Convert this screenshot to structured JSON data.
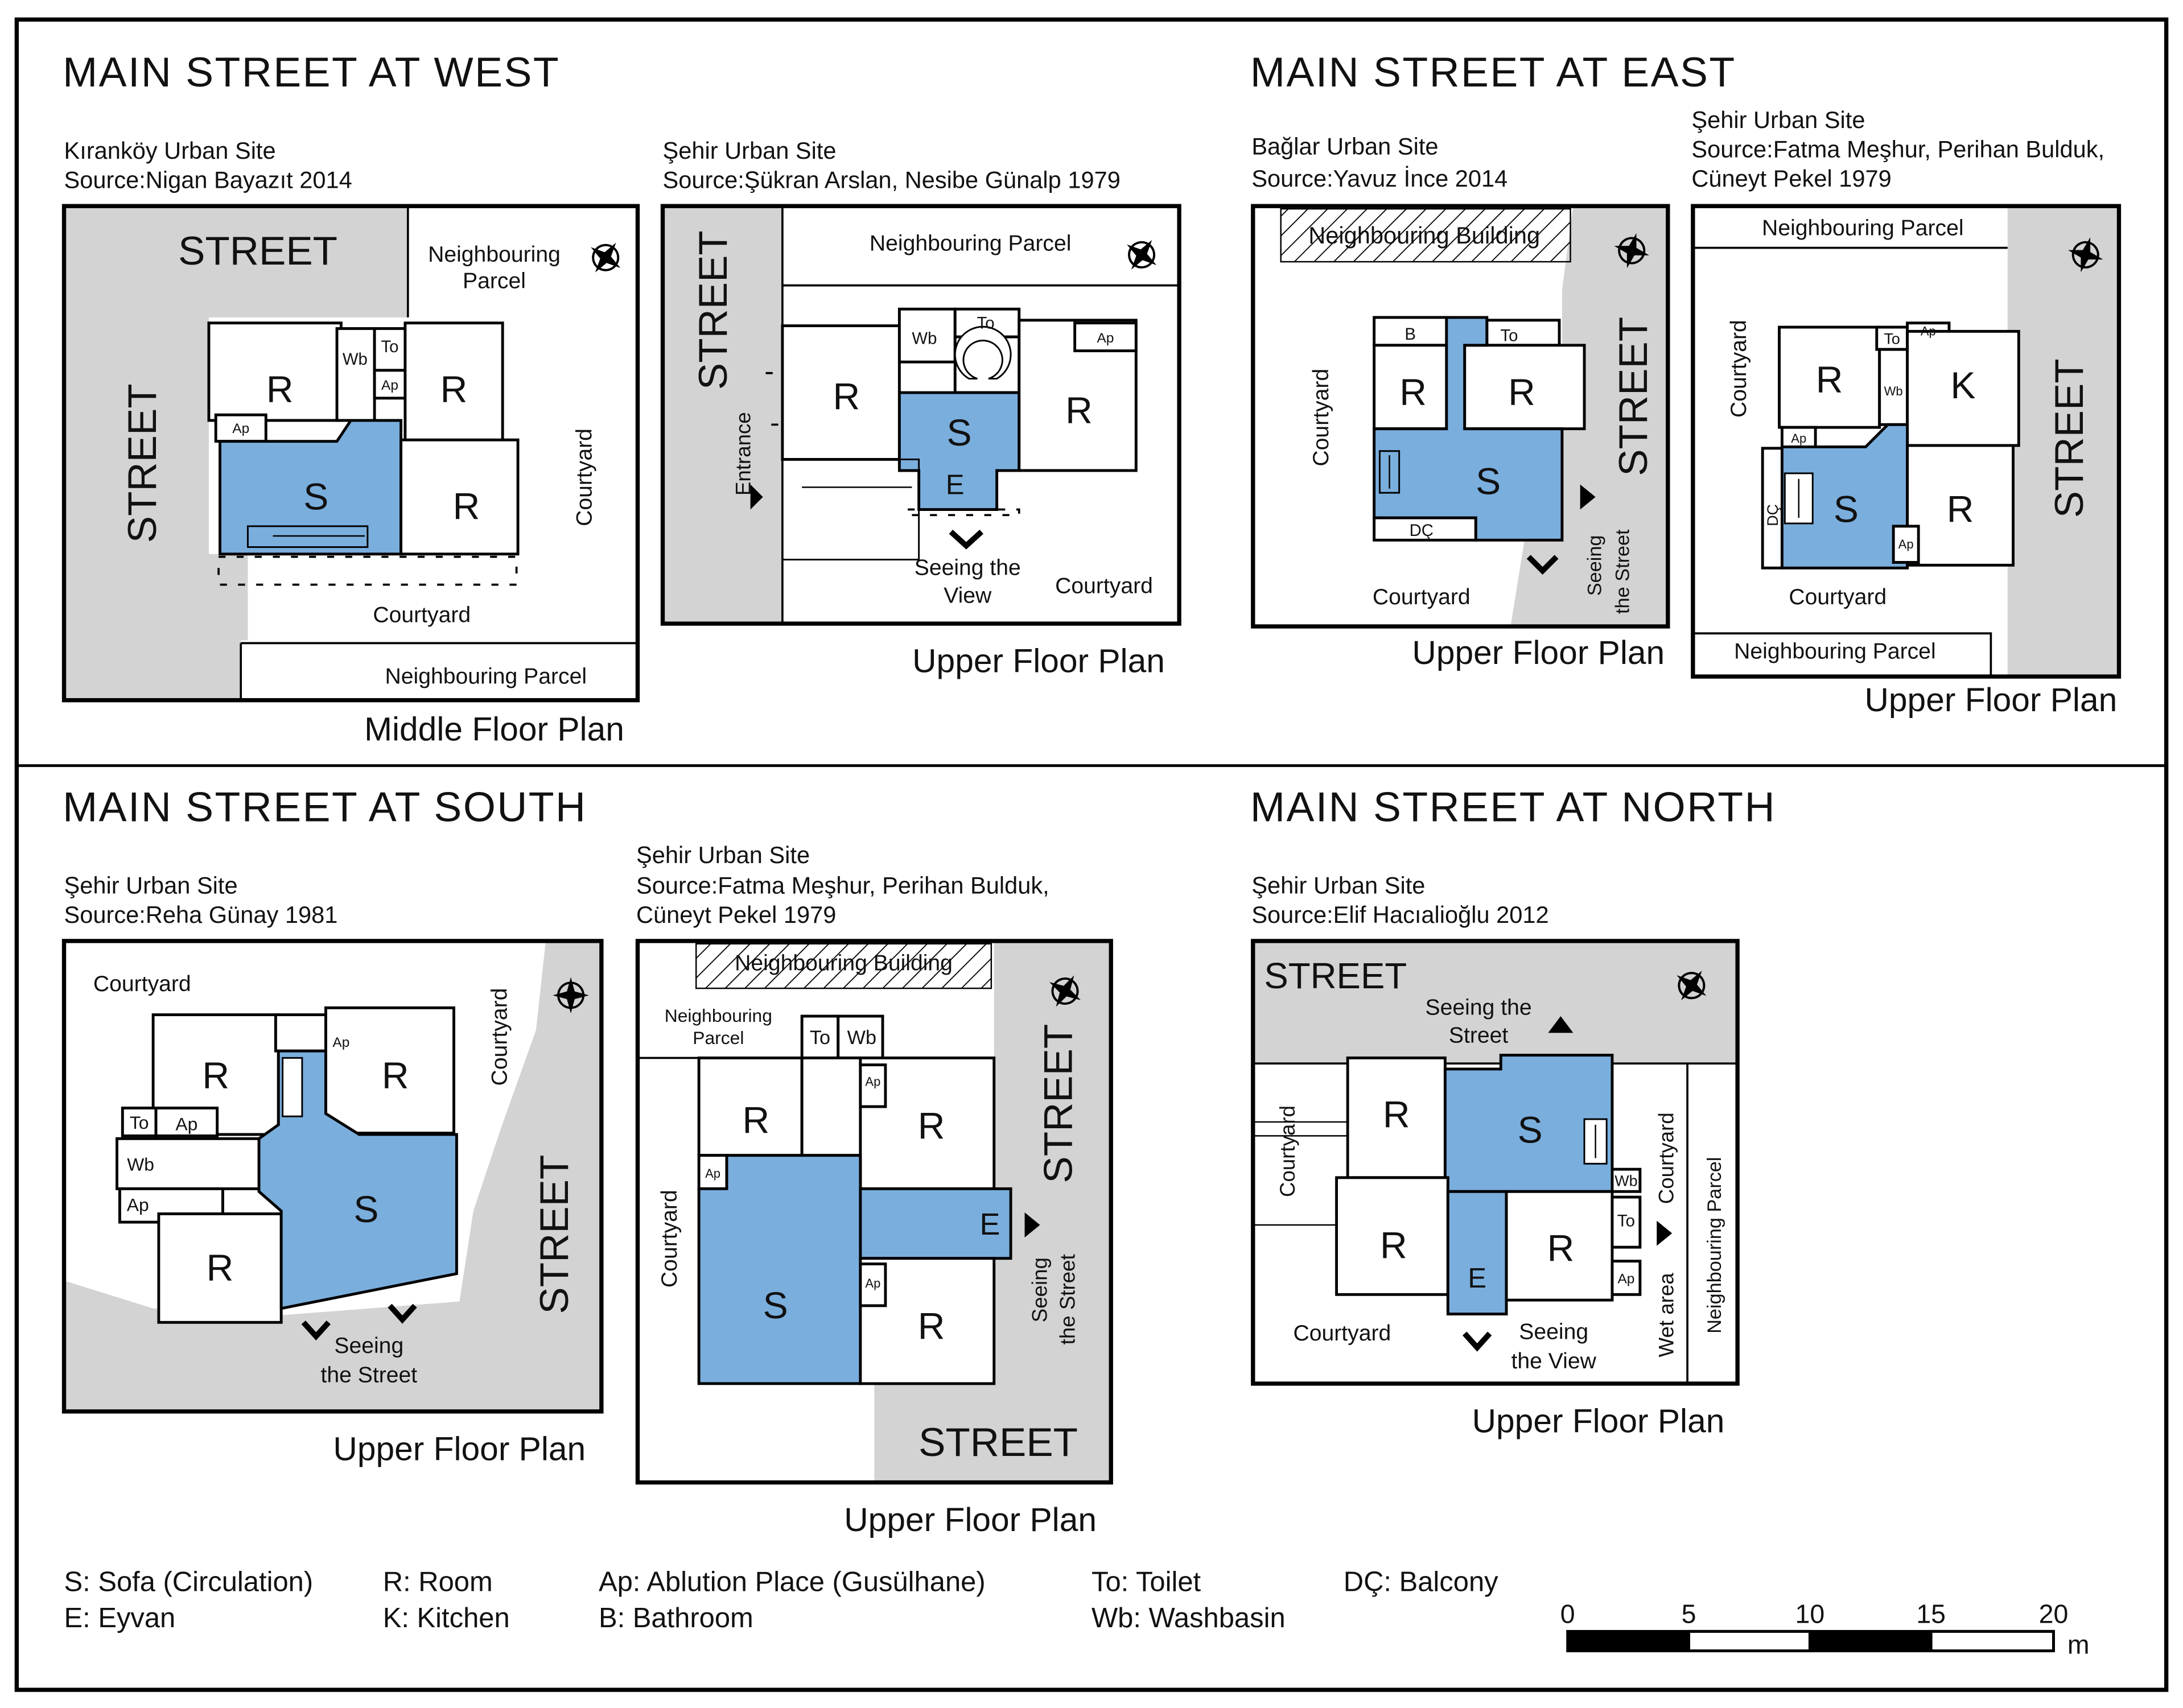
{
  "sections": {
    "west": {
      "title": "MAIN STREET AT WEST",
      "plan1": {
        "site": "Kıranköy Urban Site",
        "source": "Source:Nigan Bayazıt  2014",
        "caption": "Middle Floor Plan",
        "street_top": "STREET",
        "street_left": "STREET",
        "neighbour_parcel_1": "Neighbouring",
        "neighbour_parcel_2": "Parcel",
        "courtyard_right": "Courtyard",
        "courtyard_bottom": "Courtyard",
        "neighbour_bottom": "Neighbouring Parcel",
        "rooms": [
          "R",
          "R",
          "R",
          "S"
        ],
        "wb": "Wb",
        "to": "To",
        "ap1": "Ap",
        "ap2": "Ap"
      },
      "plan2": {
        "site": "Şehir Urban Site",
        "source": "Source:Şükran Arslan, Nesibe Günalp  1979",
        "caption": "Upper Floor Plan",
        "street": "STREET",
        "neighbour": "Neighbouring Parcel",
        "entrance": "Entrance",
        "seeing_1": "Seeing the",
        "seeing_2": "View",
        "courtyard": "Courtyard",
        "rooms": [
          "R",
          "S",
          "R",
          "E"
        ],
        "wb": "Wb",
        "to": "To",
        "ap": "Ap"
      }
    },
    "east": {
      "title": "MAIN STREET AT EAST",
      "plan1": {
        "site": "Bağlar Urban Site",
        "source": "Source:Yavuz İnce  2014",
        "caption": "Upper Floor Plan",
        "neighbour_building": "Neighbouring Building",
        "street": "STREET",
        "courtyard_left": "Courtyard",
        "courtyard_bottom": "Courtyard",
        "seeing_1": "Seeing",
        "seeing_2": "the Street",
        "rooms": [
          "R",
          "R",
          "S"
        ],
        "b": "B",
        "to": "To",
        "dc": "DÇ"
      },
      "plan2": {
        "site": "Şehir Urban Site",
        "source1": "Source:Fatma Meşhur, Perihan Bulduk,",
        "source2": "Cüneyt Pekel  1979",
        "caption": "Upper Floor Plan",
        "neighbour_top": "Neighbouring Parcel",
        "neighbour_bottom": "Neighbouring Parcel",
        "street": "STREET",
        "courtyard_left": "Courtyard",
        "courtyard_bottom": "Courtyard",
        "rooms": [
          "R",
          "K",
          "S",
          "R"
        ],
        "to": "To",
        "ap1": "Ap",
        "ap2": "Ap",
        "ap3": "Ap",
        "wb": "Wb",
        "dc": "DÇ"
      }
    },
    "south": {
      "title": "MAIN STREET AT SOUTH",
      "plan1": {
        "site": "Şehir Urban Site",
        "source": "Source:Reha Günay  1981",
        "caption": "Upper Floor Plan",
        "courtyard_top": "Courtyard",
        "courtyard_right": "Courtyard",
        "street": "STREET",
        "seeing_1": "Seeing",
        "seeing_2": "the Street",
        "rooms": [
          "R",
          "R",
          "S",
          "R"
        ],
        "to": "To",
        "ap1": "Ap",
        "wb": "Wb",
        "ap2": "Ap",
        "ap3": "Ap"
      },
      "plan2": {
        "site": "Şehir Urban Site",
        "source1": "Source:Fatma Meşhur, Perihan Bulduk,",
        "source2": "Cüneyt Pekel  1979",
        "caption": "Upper Floor Plan",
        "neighbour_building": "Neighbouring Building",
        "neighbour_1": "Neighbouring",
        "neighbour_2": "Parcel",
        "street_right": "STREET",
        "street_bottom": "STREET",
        "courtyard": "Courtyard",
        "seeing_1": "Seeing",
        "seeing_2": "the Street",
        "rooms": [
          "R",
          "R",
          "S",
          "E",
          "R"
        ],
        "to": "To",
        "wb": "Wb",
        "ap1": "Ap",
        "ap2": "Ap",
        "ap3": "Ap"
      }
    },
    "north": {
      "title": "MAIN STREET AT NORTH",
      "plan1": {
        "site": "Şehir Urban Site",
        "source": "Source:Elif Hacıalioğlu  2012",
        "caption": "Upper Floor Plan",
        "street": "STREET",
        "seeing_top_1": "Seeing the",
        "seeing_top_2": "Street",
        "courtyard_left": "Courtyard",
        "courtyard_right": "Courtyard",
        "courtyard_bottom": "Courtyard",
        "wet_area": "Wet area",
        "neighbour": "Neighbouring Parcel",
        "seeing_bottom_1": "Seeing",
        "seeing_bottom_2": "the View",
        "rooms": [
          "R",
          "S",
          "R",
          "E",
          "R"
        ],
        "wb": "Wb",
        "to": "To",
        "ap": "Ap"
      }
    }
  },
  "legend": [
    "S: Sofa (Circulation)",
    "E: Eyvan",
    "R: Room",
    "K: Kitchen",
    "Ap: Ablution Place (Gusülhane)",
    "B: Bathroom",
    "To: Toilet",
    "Wb: Washbasin",
    "DÇ: Balcony"
  ],
  "scale": {
    "ticks": [
      "0",
      "5",
      "10",
      "15",
      "20"
    ],
    "unit": "m"
  },
  "north_label": "N",
  "colors": {
    "sofa": "#7aaedd",
    "street": "#d3d3d3"
  }
}
